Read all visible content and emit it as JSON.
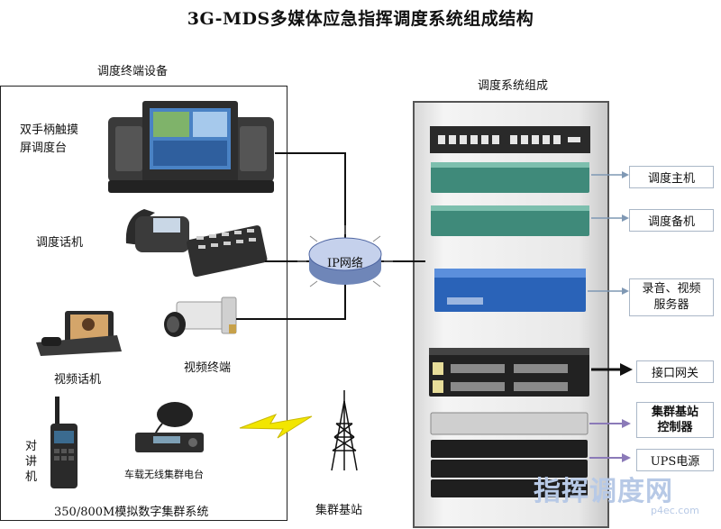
{
  "title": "3G-MDS多媒体应急指挥调度系统组成结构",
  "left_panel": {
    "heading": "调度终端设备",
    "console_label_line1": "双手柄触摸",
    "console_label_line2": "屏调度台",
    "phone_label": "调度话机",
    "video_phone_label": "视频话机",
    "video_terminal_label": "视频终端",
    "walkie_label_1": "对",
    "walkie_label_2": "讲",
    "walkie_label_3": "机",
    "vehicle_radio_label": "车载无线集群电台",
    "trunk_system_label": "350/800M模拟数字集群系统"
  },
  "center": {
    "ip_network_label": "IP网络",
    "base_station_label": "集群基站"
  },
  "rack": {
    "heading": "调度系统组成",
    "units": [
      {
        "label": "调度主机"
      },
      {
        "label": "调度备机"
      },
      {
        "label": "录音、视频",
        "label2": "服务器"
      },
      {
        "label": "接口网关"
      },
      {
        "label": "集群基站",
        "label2": "控制器"
      },
      {
        "label": "UPS电源"
      }
    ]
  },
  "watermark": {
    "main": "指挥调度网",
    "sub": "p4ec.com"
  },
  "colors": {
    "blue_device": "#2a63b8",
    "green_server": "#3f8a7a",
    "arrow_gray": "#7f98b4",
    "arrow_purple": "#8b7ab8",
    "lightning": "#f2e600"
  }
}
